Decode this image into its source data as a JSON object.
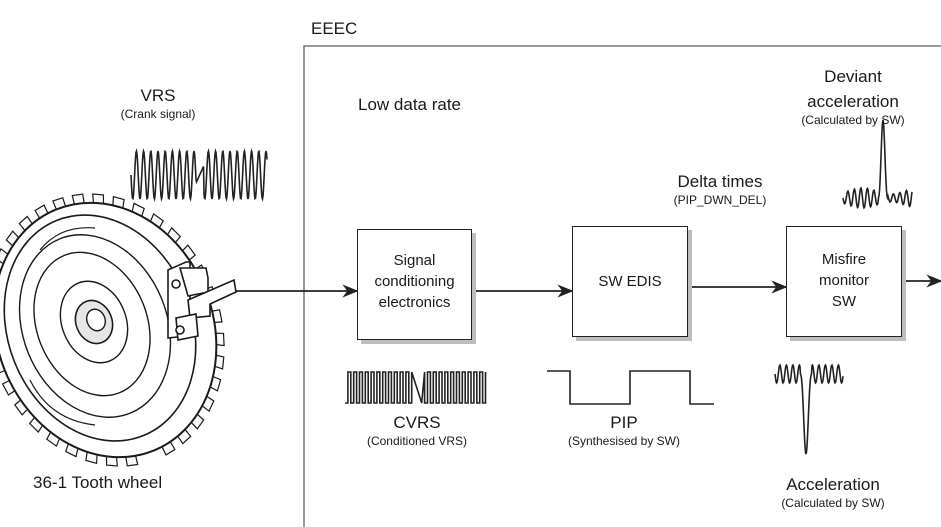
{
  "diagram": {
    "eeec_label": "EEEC",
    "low_data_rate": "Low data rate",
    "vrs": {
      "title": "VRS",
      "subtitle": "(Crank signal)"
    },
    "tooth_wheel": "36-1 Tooth wheel",
    "signal_box": {
      "lines": [
        "Signal",
        "conditioning",
        "electronics"
      ]
    },
    "edis_box": {
      "label": "SW EDIS"
    },
    "misfire_box": {
      "lines": [
        "Misfire",
        "monitor",
        "SW"
      ]
    },
    "cvrs": {
      "title": "CVRS",
      "subtitle": "(Conditioned VRS)"
    },
    "pip": {
      "title": "PIP",
      "subtitle": "(Synthesised by SW)"
    },
    "delta": {
      "title": "Delta times",
      "subtitle": "(PIP_DWN_DEL)"
    },
    "deviant": {
      "line1": "Deviant",
      "line2": "acceleration",
      "subtitle": "(Calculated by SW)"
    },
    "acceleration": {
      "title": "Acceleration",
      "subtitle": "(Calculated by SW)"
    }
  }
}
